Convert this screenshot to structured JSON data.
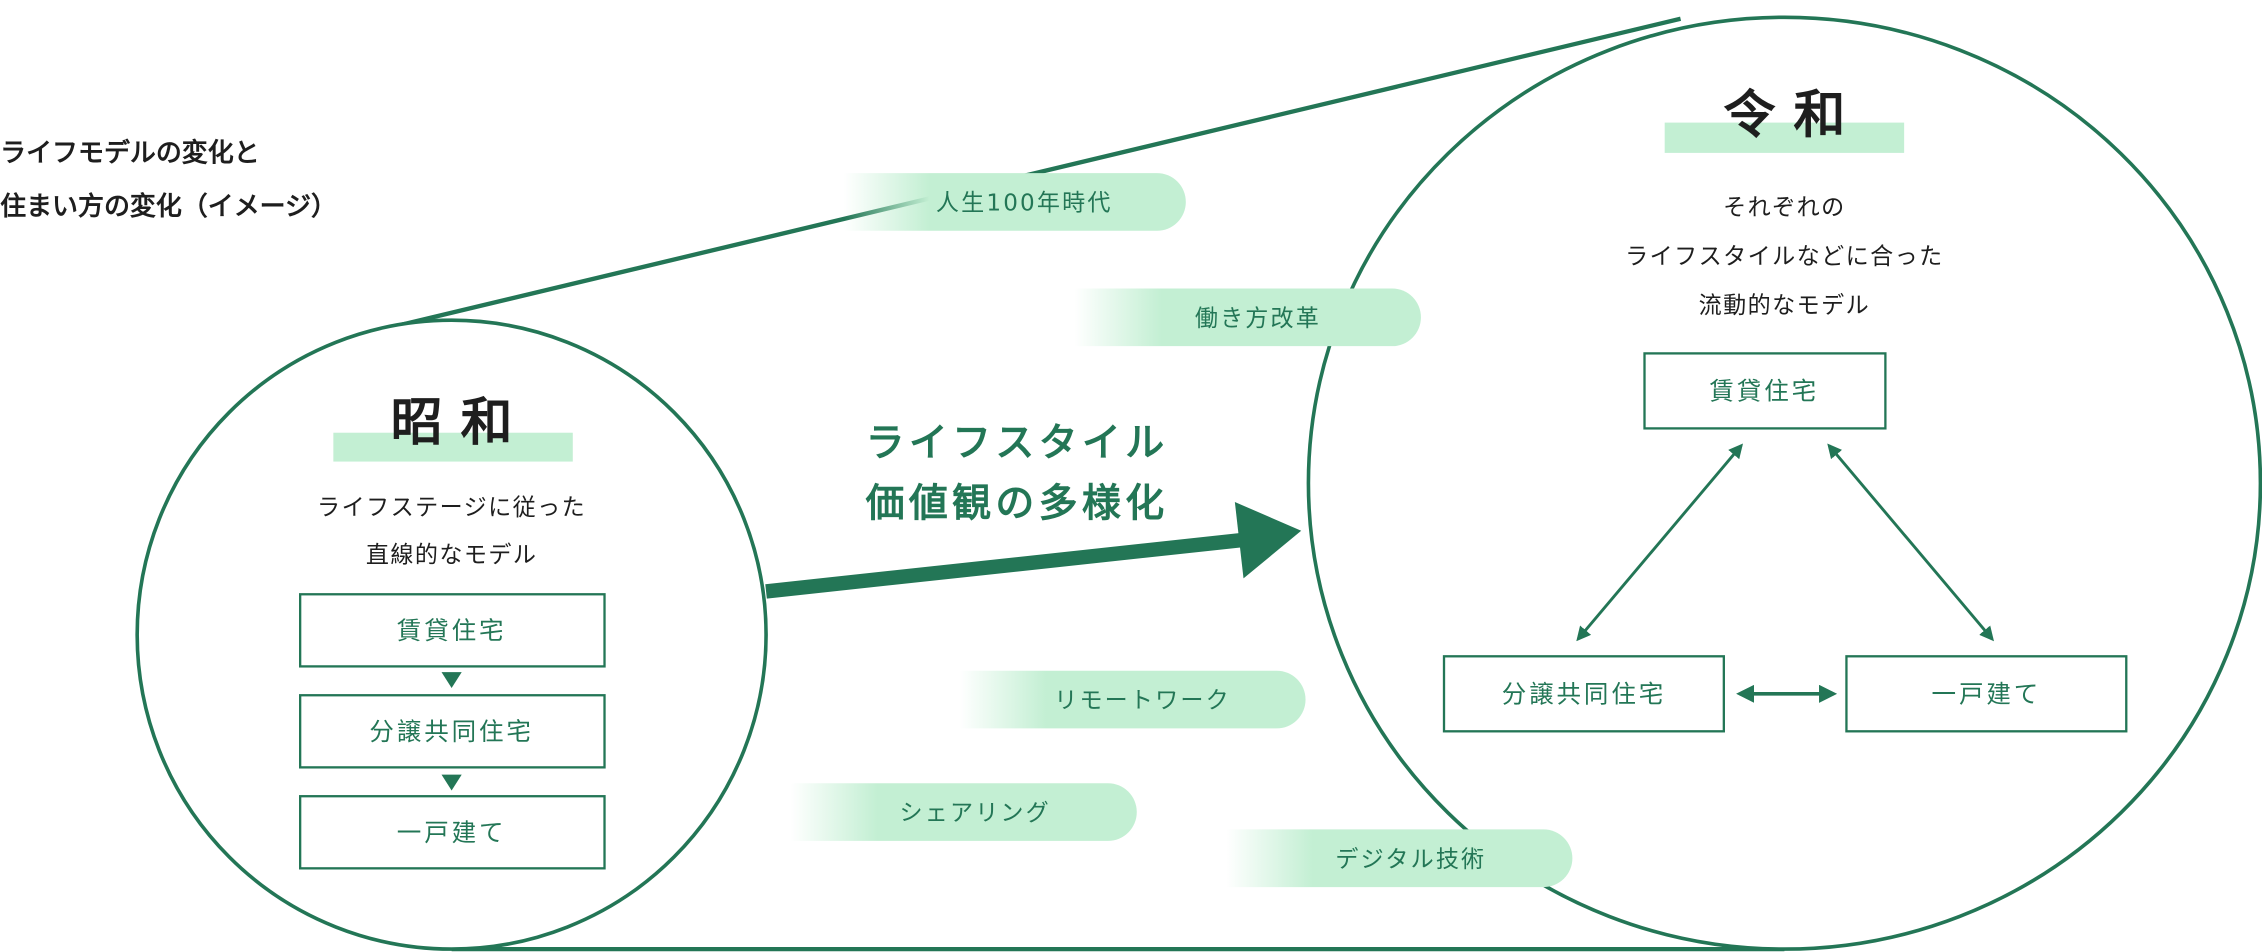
{
  "title": {
    "line1": "ライフモデルの変化と",
    "line2": "住まい方の変化（イメージ）"
  },
  "colors": {
    "accent": "#237656",
    "highlight": "#c3efd3",
    "text": "#1e1e1e"
  },
  "showa": {
    "era": "昭 和",
    "desc": [
      "ライフステージに従った",
      "直線的なモデル"
    ],
    "steps": [
      "賃貸住宅",
      "分譲共同住宅",
      "一戸建て"
    ]
  },
  "reiwa": {
    "era": "令 和",
    "desc": [
      "それぞれの",
      "ライフスタイルなどに合った",
      "流動的なモデル"
    ],
    "rental": "賃貸住宅",
    "condo": "分譲共同住宅",
    "house": "一戸建て"
  },
  "transition": {
    "line1": "ライフスタイル",
    "line2": "価値観の多様化"
  },
  "factors": [
    "人生100年時代",
    "働き方改革",
    "リモートワーク",
    "シェアリング",
    "デジタル技術"
  ]
}
